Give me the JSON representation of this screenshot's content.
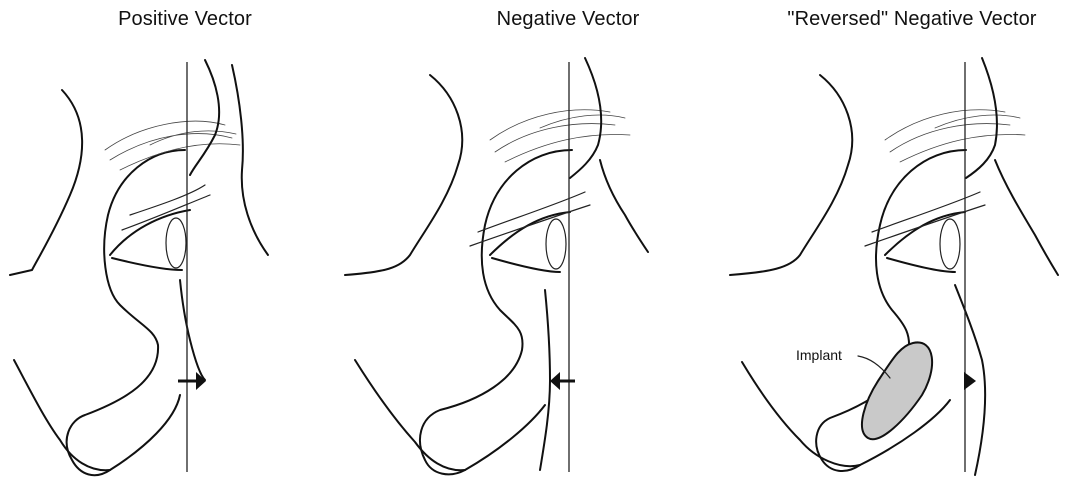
{
  "panels": [
    {
      "title": "Positive Vector"
    },
    {
      "title": "Negative Vector"
    },
    {
      "title": "\"Reversed\" Negative Vector"
    }
  ],
  "annotations": {
    "implant_label": "Implant"
  },
  "colors": {
    "ink": "#111111",
    "implant_fill": "#c9c9c9",
    "background": "#ffffff"
  },
  "icons": {
    "vector_arrow_right": "arrow-right-icon",
    "vector_arrow_left": "arrow-left-icon",
    "vector_arrow_reversed": "triangle-right-icon"
  }
}
